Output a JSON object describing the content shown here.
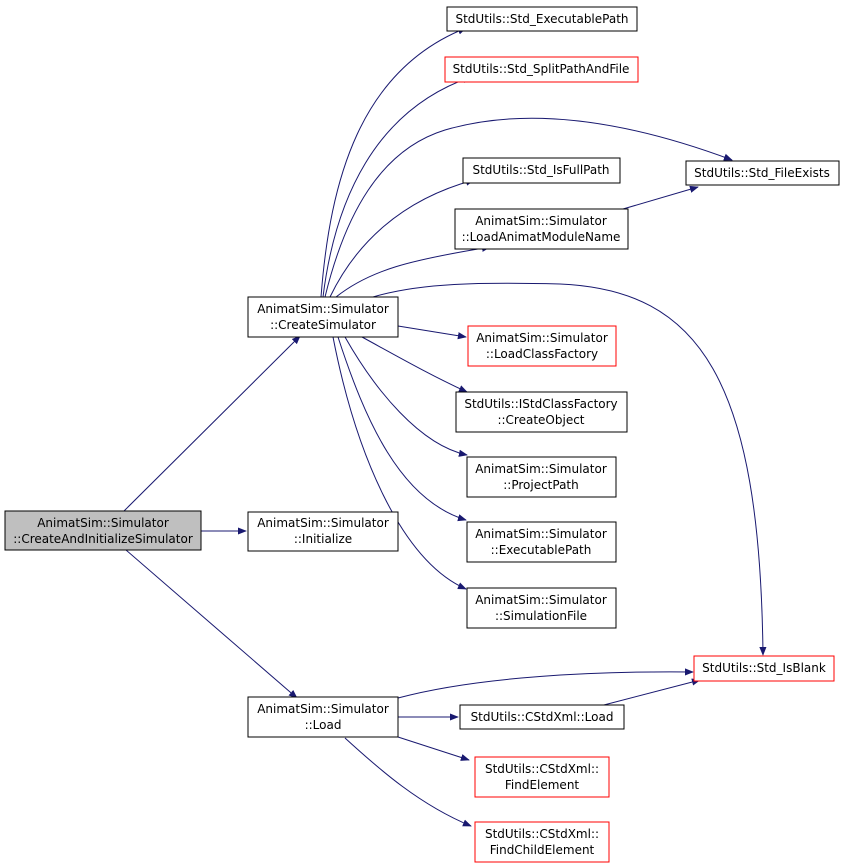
{
  "colors": {
    "edge": "#191970",
    "root_fill": "#bfbfbf",
    "node_border": "#000000",
    "node_border_red": "#ff0000",
    "background": "#ffffff"
  },
  "nodes": {
    "root": {
      "line1": "AnimatSim::Simulator",
      "line2": "::CreateAndInitializeSimulator"
    },
    "create_simulator": {
      "line1": "AnimatSim::Simulator",
      "line2": "::CreateSimulator"
    },
    "initialize": {
      "line1": "AnimatSim::Simulator",
      "line2": "::Initialize"
    },
    "load": {
      "line1": "AnimatSim::Simulator",
      "line2": "::Load"
    },
    "std_executable_path": {
      "line1": "StdUtils::Std_ExecutablePath"
    },
    "std_split_path_and_file": {
      "line1": "StdUtils::Std_SplitPathAndFile"
    },
    "std_is_full_path": {
      "line1": "StdUtils::Std_IsFullPath"
    },
    "std_file_exists": {
      "line1": "StdUtils::Std_FileExists"
    },
    "load_animat_module_name": {
      "line1": "AnimatSim::Simulator",
      "line2": "::LoadAnimatModuleName"
    },
    "load_class_factory": {
      "line1": "AnimatSim::Simulator",
      "line2": "::LoadClassFactory"
    },
    "create_object": {
      "line1": "StdUtils::IStdClassFactory",
      "line2": "::CreateObject"
    },
    "project_path": {
      "line1": "AnimatSim::Simulator",
      "line2": "::ProjectPath"
    },
    "executable_path": {
      "line1": "AnimatSim::Simulator",
      "line2": "::ExecutablePath"
    },
    "simulation_file": {
      "line1": "AnimatSim::Simulator",
      "line2": "::SimulationFile"
    },
    "std_is_blank": {
      "line1": "StdUtils::Std_IsBlank"
    },
    "cstdxml_load": {
      "line1": "StdUtils::CStdXml::Load"
    },
    "find_element": {
      "line1": "StdUtils::CStdXml::",
      "line2": "FindElement"
    },
    "find_child_element": {
      "line1": "StdUtils::CStdXml::",
      "line2": "FindChildElement"
    }
  }
}
